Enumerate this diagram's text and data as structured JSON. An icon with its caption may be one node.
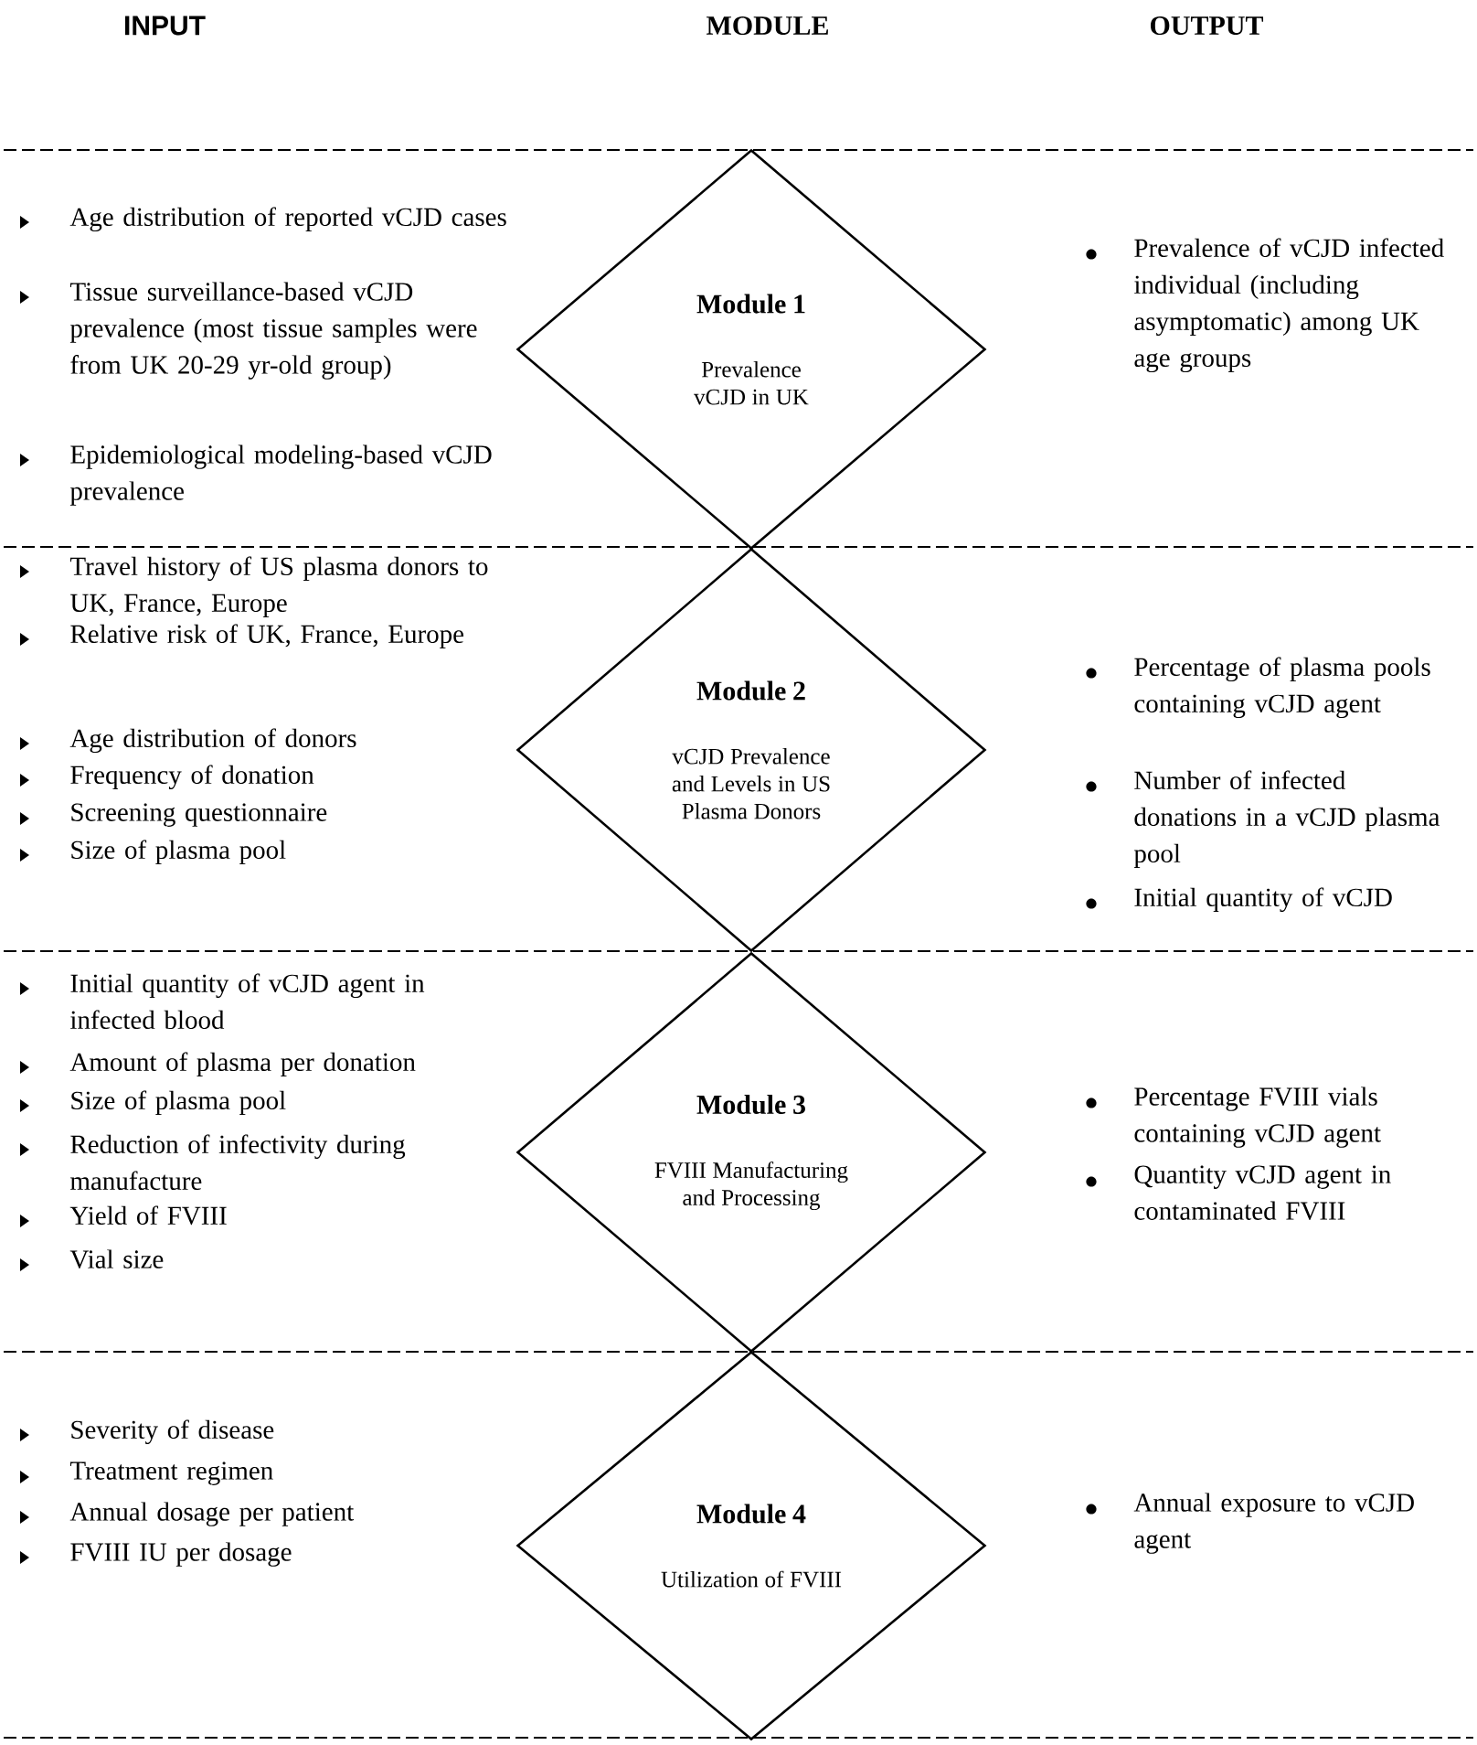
{
  "diagram": {
    "nodes": [
      {
        "text": [
          "Module 1",
          "Prevalence vCJD in UK"
        ]
      },
      {
        "text": [
          "Module 2",
          "vCJD Prevalence and Levels in US Plasma Donors"
        ]
      },
      {
        "text": [
          "Module 3",
          "FVIII Manufacturing and Processing"
        ]
      },
      {
        "text": [
          "Module 4",
          "Utilization of FVIII"
        ]
      }
    ],
    "labels": [
      "INPUT",
      "MODULE",
      "OUTPUT",
      "Age distribution of reported vCJD cases",
      "Tissue surveillance-based vCJD prevalence (most tissue samples were from UK 20-29 yr-old group)",
      "Epidemiological modeling-based vCJD prevalence",
      "Prevalence of vCJD infected individual (including asymptomatic) among UK age groups",
      "Travel history of US plasma donors to UK, France, Europe",
      "Relative risk of UK, France, Europe",
      "Age distribution of donors",
      "Frequency of donation",
      "Screening questionnaire",
      "Size of plasma pool",
      "Percentage of plasma pools containing vCJD agent",
      "Number of infected donations in a vCJD plasma pool",
      "Initial quantity of vCJD",
      "Initial quantity of vCJD agent in infected blood",
      "Amount of plasma per donation",
      "Size of plasma pool",
      "Reduction of infectivity during manufacture",
      "Yield of FVIII",
      "Vial size",
      "Percentage FVIII vials containing vCJD agent",
      "Quantity vCJD agent in contaminated FVIII",
      "Severity of disease",
      "Treatment regimen",
      "Annual dosage per patient",
      "FVIII IU per dosage",
      "Annual exposure to vCJD agent"
    ]
  }
}
